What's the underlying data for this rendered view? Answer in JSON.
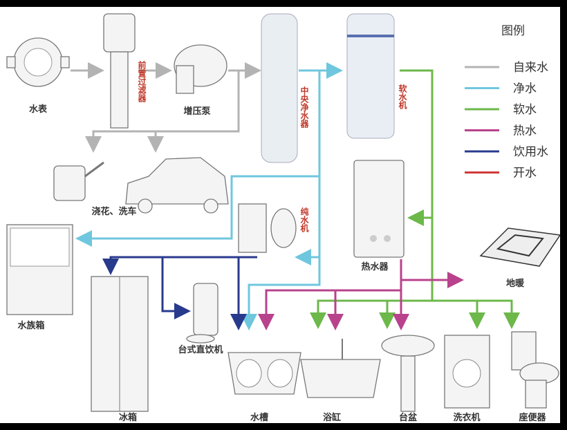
{
  "colors": {
    "tap": "#b3b3b3",
    "purified": "#6ec7de",
    "soft": "#6cb84a",
    "hot": "#b8428c",
    "drinking": "#283a8c",
    "boiling": "#d03a3a"
  },
  "legend": {
    "title": "图例",
    "items": [
      {
        "label": "自来水",
        "color": "#b3b3b3"
      },
      {
        "label": "净水",
        "color": "#6ec7de"
      },
      {
        "label": "软水",
        "color": "#6cb84a"
      },
      {
        "label": "热水",
        "color": "#b8428c"
      },
      {
        "label": "饮用水",
        "color": "#283a8c"
      },
      {
        "label": "开水",
        "color": "#d03a3a"
      }
    ]
  },
  "labels": {
    "meter": "水表",
    "prefilter": "前置过滤器",
    "pump": "增压泵",
    "central": "中央净水器",
    "softener": "软水机",
    "garden": "浇花、洗车",
    "pure": "纯水机",
    "heater": "热水器",
    "floor": "地暖",
    "aquarium": "水族箱",
    "fridge": "冰箱",
    "dispenser": "台式直饮机",
    "sink": "水槽",
    "bathtub": "浴缸",
    "basin": "台盆",
    "washer": "洗衣机",
    "toilet": "座便器"
  }
}
